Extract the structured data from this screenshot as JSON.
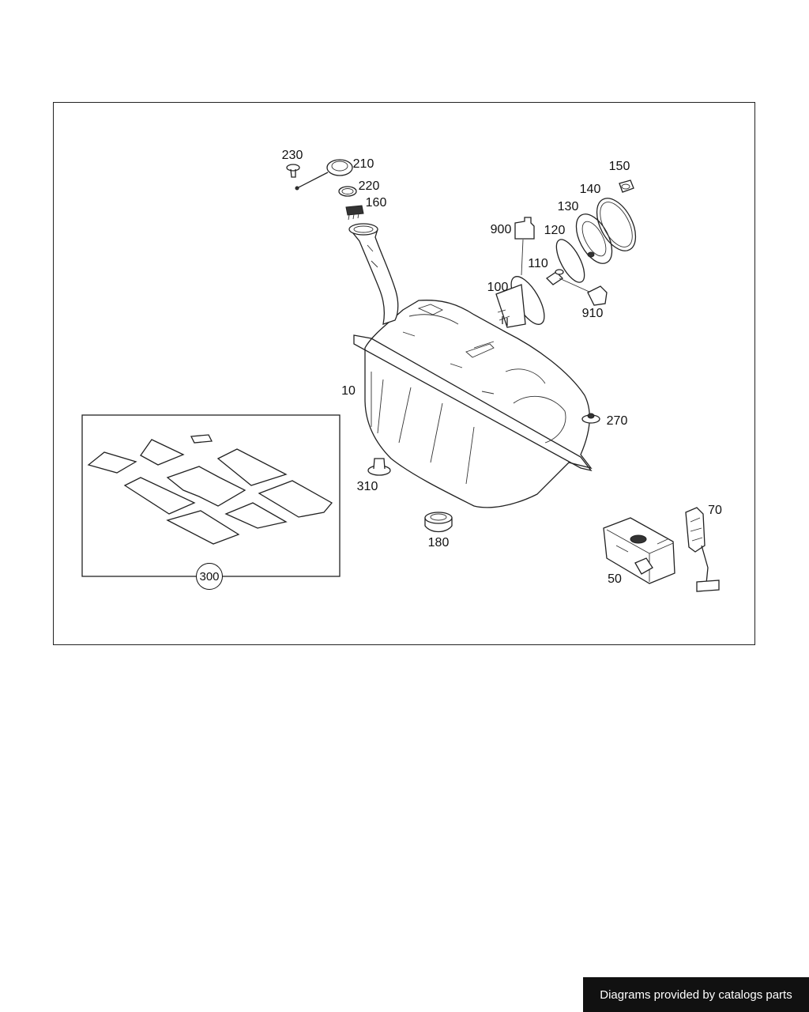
{
  "callouts": {
    "c10": "10",
    "c50": "50",
    "c70": "70",
    "c100": "100",
    "c110": "110",
    "c120": "120",
    "c130": "130",
    "c140": "140",
    "c150": "150",
    "c160": "160",
    "c180": "180",
    "c210": "210",
    "c220": "220",
    "c230": "230",
    "c270": "270",
    "c300": "300",
    "c310": "310",
    "c900": "900",
    "c910": "910"
  },
  "footer": {
    "credit": "Diagrams provided by catalogs parts"
  }
}
